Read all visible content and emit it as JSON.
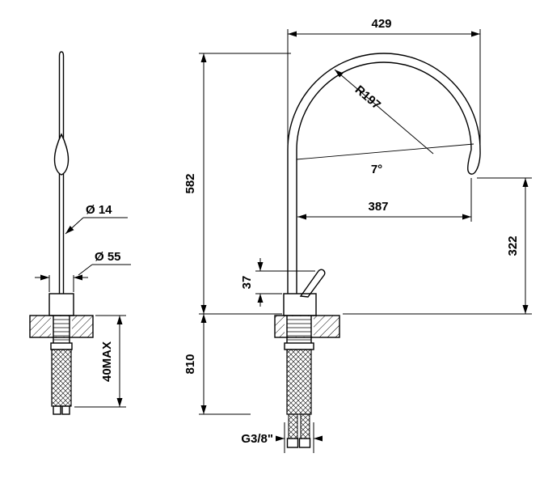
{
  "page": {
    "background": "#ffffff",
    "line_color": "#000000",
    "subject": "faucet-dimensional-drawing"
  },
  "front_view": {
    "name": "front-view",
    "dims": {
      "spout_diameter": "Ø 14",
      "base_diameter": "Ø 55",
      "deck_max": "40MAX"
    }
  },
  "side_view": {
    "name": "side-view",
    "dims": {
      "overall_width": "429",
      "radius": "R197",
      "height": "582",
      "angle": "7°",
      "reach": "387",
      "outlet_height": "322",
      "handle_height": "37",
      "below_deck": "810",
      "thread": "G3/8\""
    }
  }
}
